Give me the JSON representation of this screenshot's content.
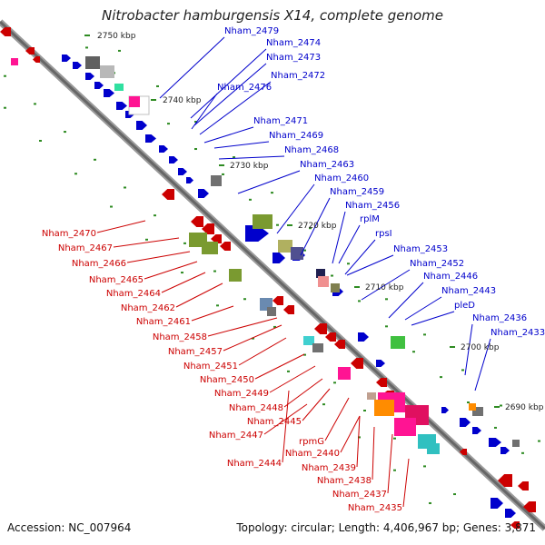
{
  "title": "Nitrobacter hamburgensis X14, complete genome",
  "accession": "Accession: NC_007964",
  "summary": "Topology: circular; Length: 4,406,967 bp; Genes: 3,871",
  "ticks": [
    "2750 kbp",
    "2740 kbp",
    "2730 kbp",
    "2720 kbp",
    "2710 kbp",
    "2700 kbp",
    "2690 kbp"
  ],
  "forward_labels": [
    "Nham_2479",
    "Nham_2474",
    "Nham_2473",
    "Nham_2472",
    "Nham_2476",
    "Nham_2471",
    "Nham_2469",
    "Nham_2468",
    "Nham_2463",
    "Nham_2460",
    "Nham_2459",
    "Nham_2456",
    "rplM",
    "rpsI",
    "Nham_2453",
    "Nham_2452",
    "Nham_2446",
    "Nham_2443",
    "pleD",
    "Nham_2436",
    "Nham_2433"
  ],
  "reverse_labels": [
    "Nham_2470",
    "Nham_2467",
    "Nham_2466",
    "Nham_2465",
    "Nham_2464",
    "Nham_2462",
    "Nham_2461",
    "Nham_2458",
    "Nham_2457",
    "Nham_2451",
    "Nham_2450",
    "Nham_2449",
    "Nham_2448",
    "Nham_2445",
    "Nham_2447",
    "rpmG",
    "Nham_2440",
    "Nham_2444",
    "Nham_2439",
    "Nham_2438",
    "Nham_2437",
    "Nham_2435"
  ],
  "colors": {
    "forward": "#0000cc",
    "reverse": "#cc0000",
    "backbone": "#777777",
    "tick": "#2e8b22"
  }
}
